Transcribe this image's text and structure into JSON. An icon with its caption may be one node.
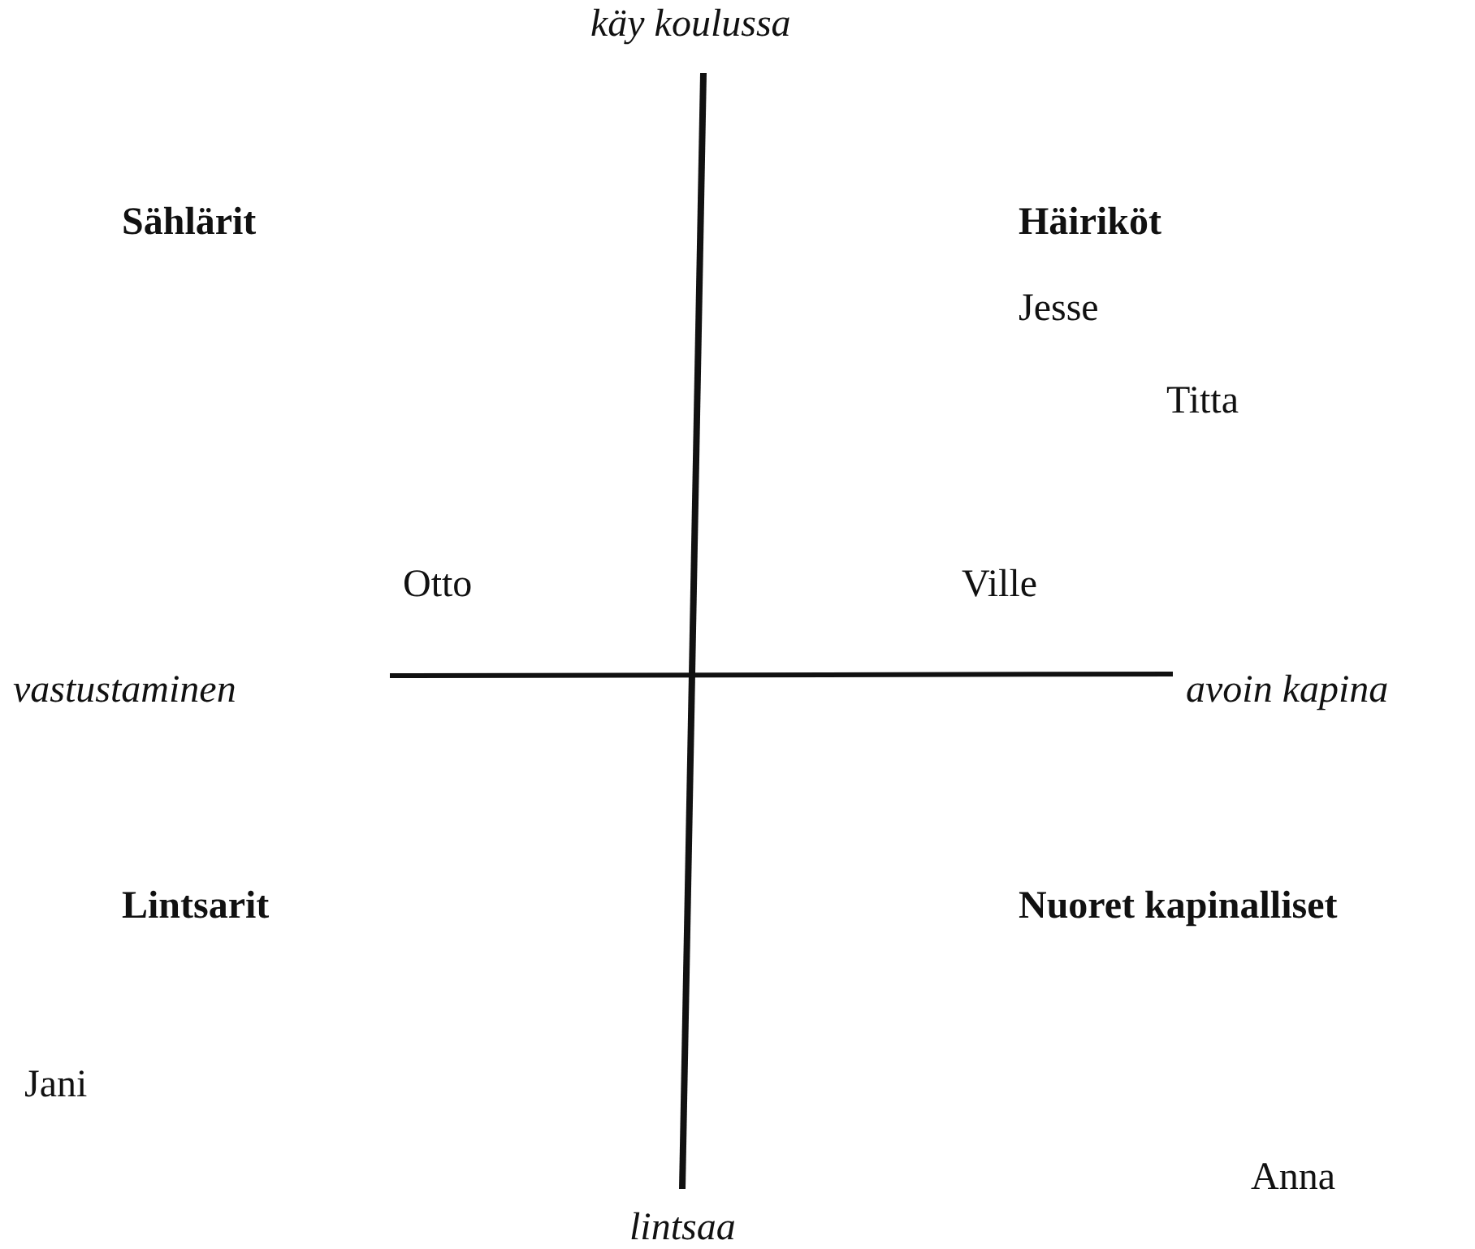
{
  "diagram": {
    "labels": [
      "käy koulussa",
      "Sählärit",
      "Häiriköt",
      "Jesse",
      "Titta",
      "Otto",
      "Ville",
      "vastustaminen",
      "avoin kapina",
      "Lintsarit",
      "Nuoret kapinalliset",
      "Jani",
      "Anna",
      "lintsaa"
    ]
  }
}
